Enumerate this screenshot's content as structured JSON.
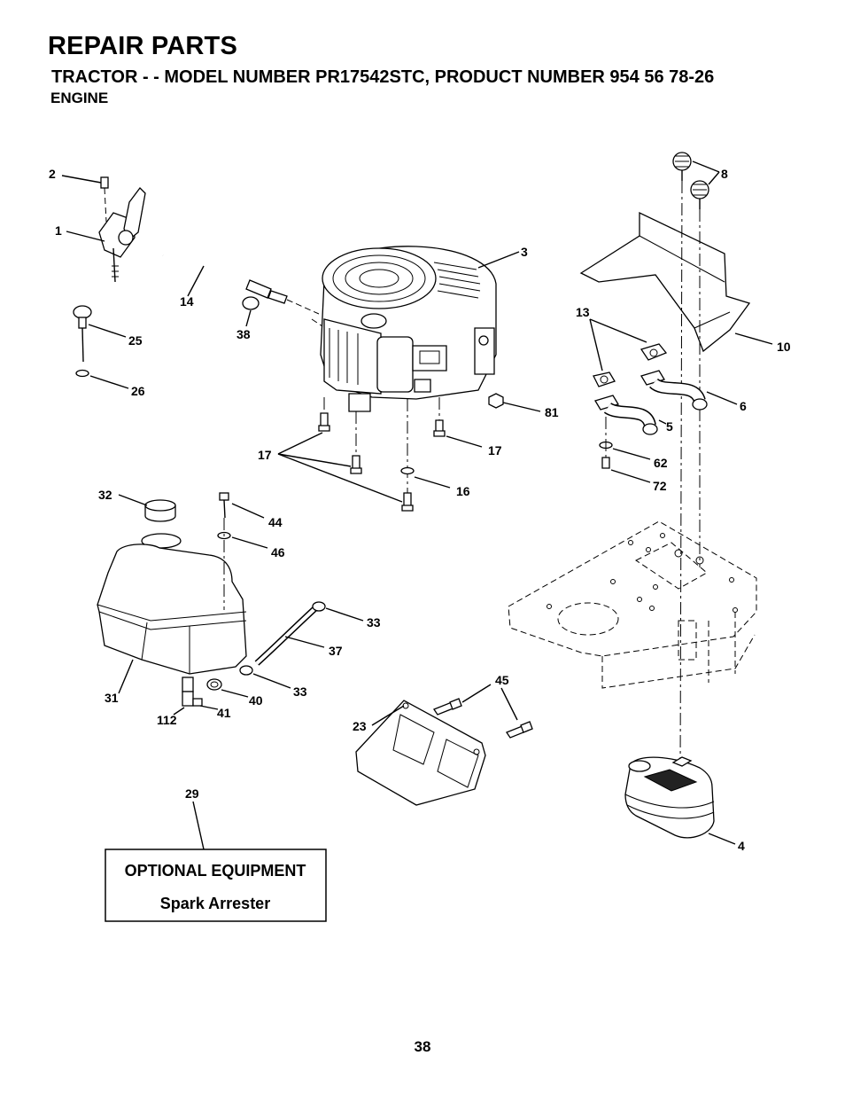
{
  "header": {
    "title": "REPAIR PARTS",
    "subtitle": "TRACTOR - - MODEL NUMBER PR17542STC, PRODUCT NUMBER 954 56 78-26",
    "section": "ENGINE"
  },
  "callouts": {
    "c1": "1",
    "c2": "2",
    "c3": "3",
    "c4": "4",
    "c5": "5",
    "c6": "6",
    "c8": "8",
    "c10": "10",
    "c13": "13",
    "c14": "14",
    "c16": "16",
    "c17a": "17",
    "c17b": "17",
    "c23": "23",
    "c25": "25",
    "c26": "26",
    "c29": "29",
    "c31": "31",
    "c32": "32",
    "c33a": "33",
    "c33b": "33",
    "c37": "37",
    "c38": "38",
    "c40": "40",
    "c41": "41",
    "c44": "44",
    "c45": "45",
    "c46": "46",
    "c62": "62",
    "c72": "72",
    "c81": "81",
    "c112": "112"
  },
  "optional_box": {
    "heading": "OPTIONAL EQUIPMENT",
    "item": "Spark Arrester"
  },
  "footer": {
    "page_number": "38"
  }
}
